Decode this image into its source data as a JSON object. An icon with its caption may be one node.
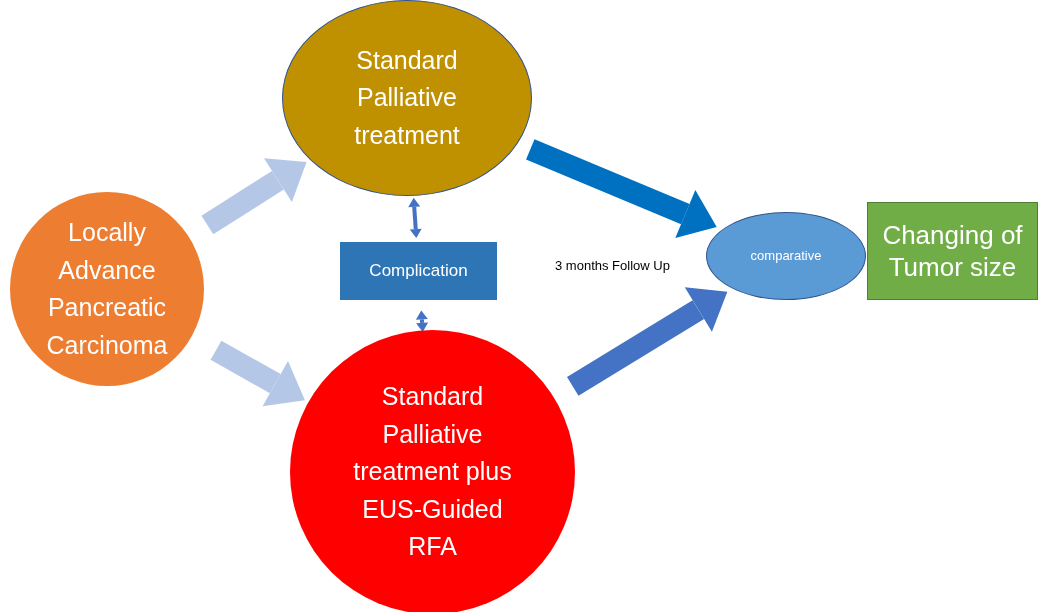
{
  "diagram": {
    "nodes": [
      {
        "text": [
          "Locally Advance Pancreatic Carcinoma"
        ]
      },
      {
        "text": [
          "Standard Palliative treatment"
        ]
      },
      {
        "text": [
          "Complication"
        ]
      },
      {
        "text": [
          "Standard Palliative treatment plus EUS-Guided RFA"
        ]
      },
      {
        "text": [
          "comparative"
        ],
        "beside": [
          "3 months Follow Up"
        ]
      },
      {
        "text": [
          "Changing of Tumor size"
        ]
      }
    ],
    "edges": [
      {
        "from": 0,
        "to": 1,
        "arrow": "to",
        "color": "#b4c7e7"
      },
      {
        "from": 0,
        "to": 3,
        "arrow": "to",
        "color": "#b4c7e7"
      },
      {
        "from": 1,
        "to": 4,
        "arrow": "to",
        "color": "#0070c0"
      },
      {
        "from": 3,
        "to": 4,
        "arrow": "to",
        "color": "#4472c4"
      },
      {
        "from": 2,
        "to": 1,
        "arrow": "both",
        "color": "#4472c4"
      },
      {
        "from": 2,
        "to": 3,
        "arrow": "both",
        "color": "#4472c4"
      }
    ]
  }
}
